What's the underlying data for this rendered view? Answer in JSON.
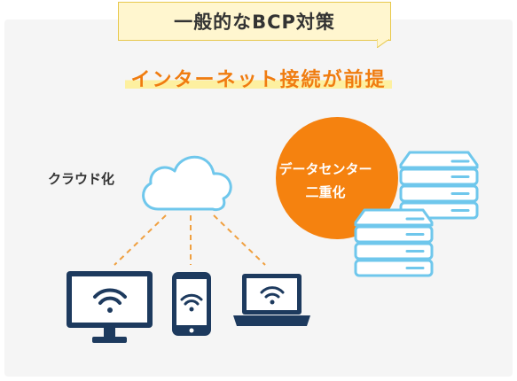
{
  "tag": {
    "label": "一般的なBCP対策"
  },
  "subtitle": {
    "label": "インターネット接続が前提"
  },
  "cloud": {
    "label": "クラウド化"
  },
  "datacenter": {
    "line1": "データセンター",
    "line2": "二重化"
  },
  "colors": {
    "accent": "#f5820f",
    "navy": "#1d3a5e",
    "light_blue": "#6fc7ec",
    "highlight": "#fdf0a0"
  },
  "icons": [
    "cloud-icon",
    "desktop-monitor-icon",
    "smartphone-icon",
    "laptop-icon",
    "wifi-icon",
    "server-stack-icon"
  ]
}
